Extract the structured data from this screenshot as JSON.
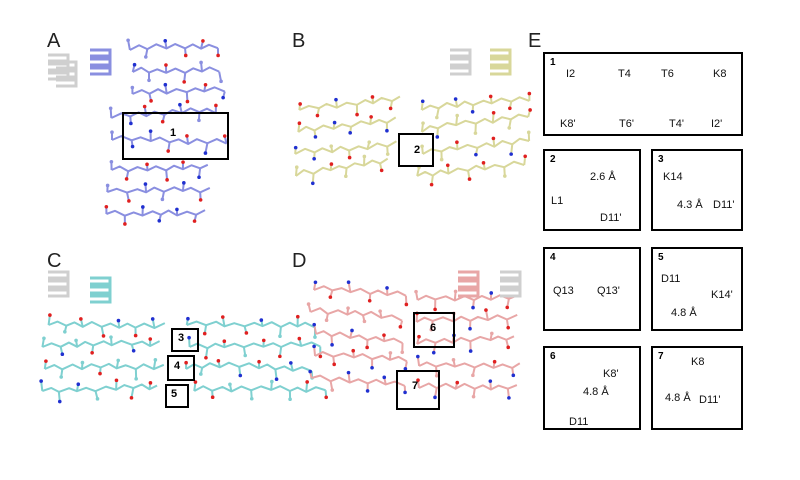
{
  "panels": {
    "A": {
      "label": "A",
      "box": "1"
    },
    "B": {
      "label": "B",
      "box": "2"
    },
    "C": {
      "label": "C",
      "boxes": [
        "3",
        "4",
        "5"
      ]
    },
    "D": {
      "label": "D",
      "boxes": [
        "6",
        "7"
      ]
    },
    "E": {
      "label": "E"
    }
  },
  "insets": {
    "i1": {
      "num": "1",
      "labels": [
        "I2",
        "T4",
        "T6",
        "K8",
        "K8'",
        "T6'",
        "T4'",
        "I2'"
      ]
    },
    "i2": {
      "num": "2",
      "distance": "2.6 Å",
      "res1": "L1",
      "res2": "D11'"
    },
    "i3": {
      "num": "3",
      "distance": "4.3 Å",
      "res1": "K14",
      "res2": "D11'"
    },
    "i4": {
      "num": "4",
      "res1": "Q13",
      "res2": "Q13'"
    },
    "i5": {
      "num": "5",
      "distance": "4.8 Å",
      "res1": "D11",
      "res2": "K14'"
    },
    "i6": {
      "num": "6",
      "distance": "4.8 Å",
      "res1": "K8'",
      "res2": "D11"
    },
    "i7": {
      "num": "7",
      "distance": "4.8 Å",
      "res1": "K8",
      "res2": "D11'"
    }
  },
  "colors": {
    "A": "#8a8fe0",
    "B": "#d8d79a",
    "C": "#7fd0d0",
    "D": "#e8a6a6",
    "oxygen": "#e02020",
    "nitrogen": "#2030d0",
    "gray": "#cfcfcf"
  }
}
